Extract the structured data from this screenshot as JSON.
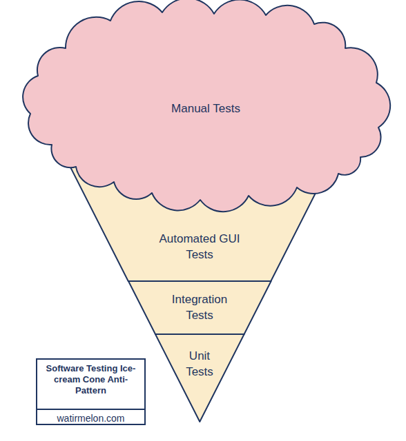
{
  "diagram": {
    "nodes": [
      {
        "text": [
          "Manual Tests"
        ]
      },
      {
        "text": [
          "Automated GUI Tests"
        ]
      },
      {
        "text": [
          "Integration Tests"
        ]
      },
      {
        "text": [
          "Unit Tests"
        ]
      },
      {
        "text": [
          "Software Testing Ice-cream Cone Anti-Pattern",
          "watirmelon.com"
        ]
      }
    ]
  }
}
